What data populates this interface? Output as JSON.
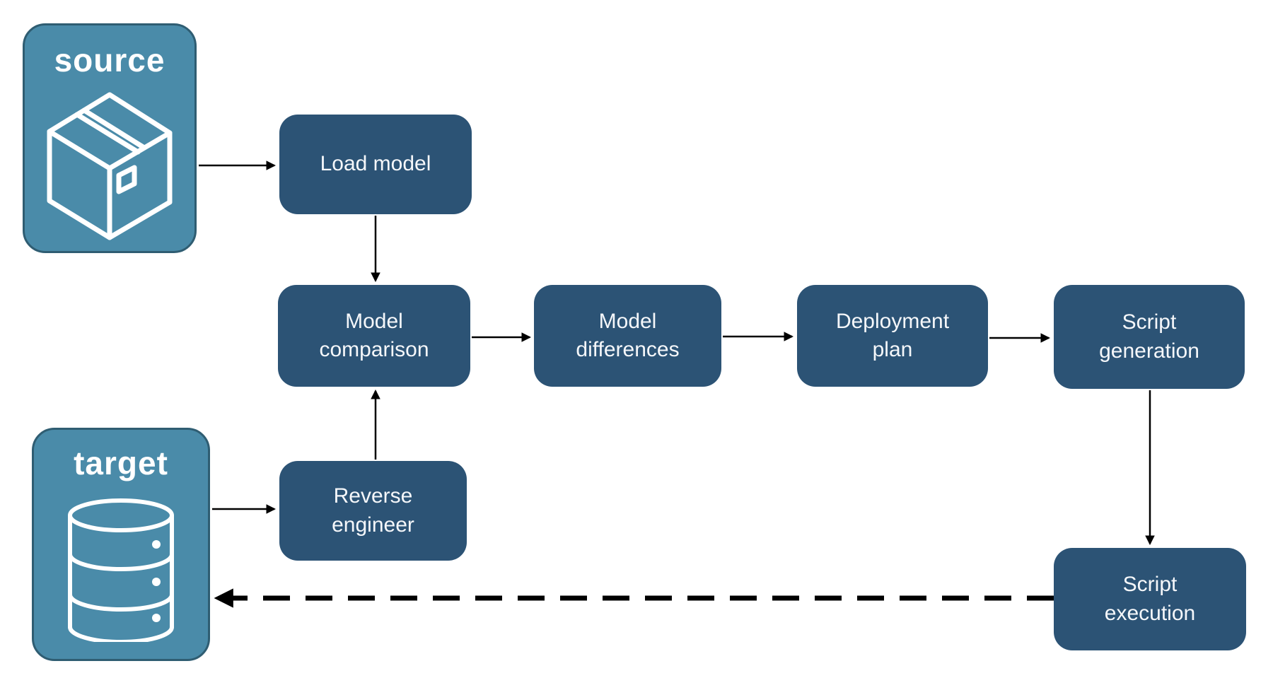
{
  "diagram": {
    "source": {
      "label": "source",
      "icon": "package-icon"
    },
    "target": {
      "label": "target",
      "icon": "database-icon"
    },
    "nodes": {
      "load_model": {
        "label": "Load model"
      },
      "model_comparison": {
        "label": "Model\ncomparison"
      },
      "model_differences": {
        "label": "Model\ndifferences"
      },
      "deployment_plan": {
        "label": "Deployment\nplan"
      },
      "script_generation": {
        "label": "Script\ngeneration"
      },
      "reverse_engineer": {
        "label": "Reverse\nengineer"
      },
      "script_execution": {
        "label": "Script\nexecution"
      }
    },
    "edges": [
      {
        "from": "source",
        "to": "load_model",
        "style": "solid"
      },
      {
        "from": "load_model",
        "to": "model_comparison",
        "style": "solid"
      },
      {
        "from": "model_comparison",
        "to": "model_differences",
        "style": "solid"
      },
      {
        "from": "model_differences",
        "to": "deployment_plan",
        "style": "solid"
      },
      {
        "from": "deployment_plan",
        "to": "script_generation",
        "style": "solid"
      },
      {
        "from": "script_generation",
        "to": "script_execution",
        "style": "solid"
      },
      {
        "from": "target",
        "to": "reverse_engineer",
        "style": "solid"
      },
      {
        "from": "reverse_engineer",
        "to": "model_comparison",
        "style": "solid"
      },
      {
        "from": "script_execution",
        "to": "target",
        "style": "dashed"
      }
    ],
    "colors": {
      "container_fill": "#4A8BA9",
      "container_border": "#2F5D72",
      "node_fill": "#2C5375",
      "label_text": "#FFFFFF",
      "arrow": "#000000"
    }
  }
}
